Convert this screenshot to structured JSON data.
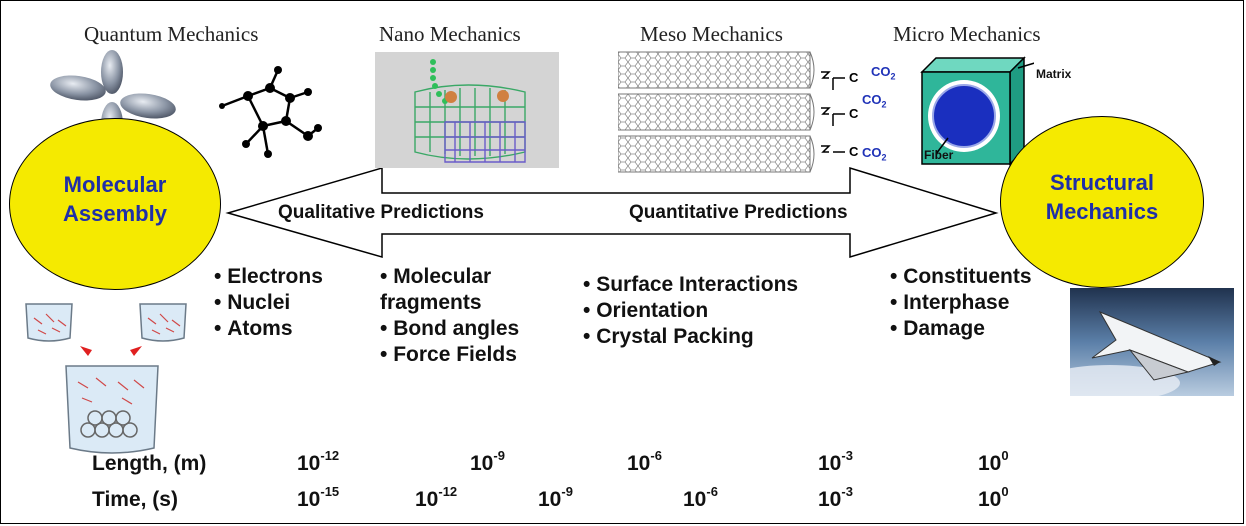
{
  "headers": {
    "quantum": "Quantum Mechanics",
    "nano": "Nano Mechanics",
    "meso": "Meso Mechanics",
    "micro": "Micro Mechanics"
  },
  "circles": {
    "left": [
      "Molecular",
      "Assembly"
    ],
    "right": [
      "Structural",
      "Mechanics"
    ]
  },
  "arrow": {
    "left_label": "Qualitative Predictions",
    "right_label": "Quantitative Predictions"
  },
  "micro_labels": {
    "matrix": "Matrix",
    "fiber": "Fiber"
  },
  "meso_labels": {
    "co2": "CO",
    "co2_sub": "2"
  },
  "bullets": {
    "col1": [
      "Electrons",
      "Nuclei",
      "Atoms"
    ],
    "col2": [
      "Molecular",
      "fragments",
      "Bond angles",
      "Force Fields"
    ],
    "col3": [
      "Surface Interactions",
      "Orientation",
      "Crystal Packing"
    ],
    "col4": [
      "Constituents",
      "Interphase",
      "Damage"
    ]
  },
  "scales": {
    "length_label": "Length, (m)",
    "time_label": "Time, (s)",
    "length_values": [
      {
        "base": "10",
        "exp": "-12"
      },
      {
        "base": "10",
        "exp": "-9"
      },
      {
        "base": "10",
        "exp": "-6"
      },
      {
        "base": "10",
        "exp": "-3"
      },
      {
        "base": "10",
        "exp": "0"
      }
    ],
    "time_values": [
      {
        "base": "10",
        "exp": "-15"
      },
      {
        "base": "10",
        "exp": "-12"
      },
      {
        "base": "10",
        "exp": "-9"
      },
      {
        "base": "10",
        "exp": "-6"
      },
      {
        "base": "10",
        "exp": "-3"
      },
      {
        "base": "10",
        "exp": "0"
      }
    ]
  },
  "colors": {
    "circle_fill": "#f5ea00",
    "circle_text": "#1f2fa8",
    "nanotube_green": "#3aa866",
    "nanotube_blue": "#6a5cc9",
    "micro_cube": "#2fb69a",
    "micro_fiber": "#1a2fbf"
  }
}
